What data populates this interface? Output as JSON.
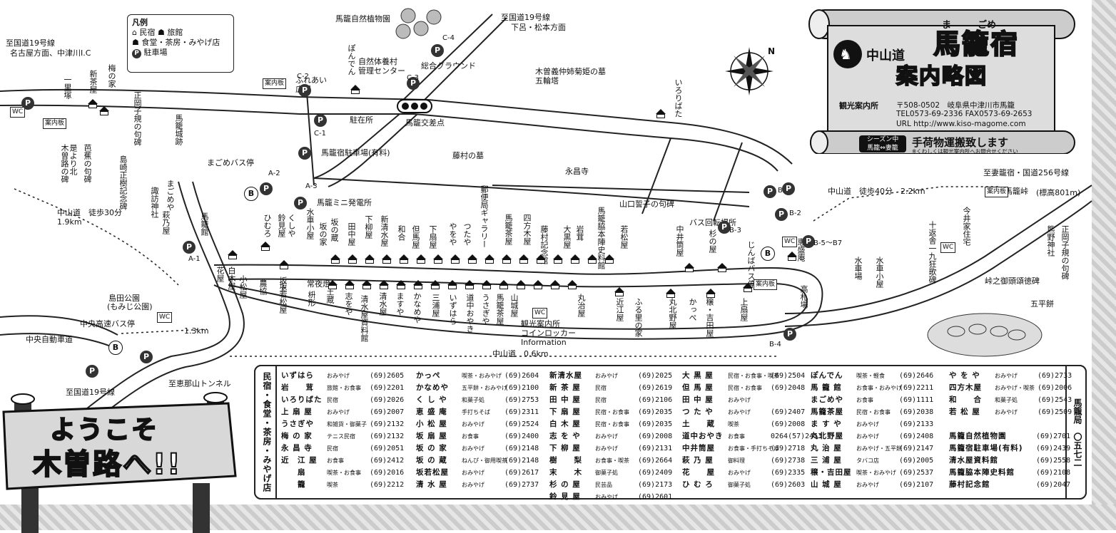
{
  "legend": {
    "title": "凡例",
    "items": [
      "民宿",
      "旅館",
      "食堂・茶房・みやげ店",
      "駐車場"
    ]
  },
  "title": {
    "route": "中山道",
    "name": "馬籠宿",
    "ruby_ma": "ま",
    "ruby_gome": "ごめ",
    "subtitle": "案内略図",
    "office_label": "観光案内所",
    "address": "〒508-0502　岐阜県中津川市馬籠",
    "tel": "TEL0573-69-2336 FAX0573-69-2653",
    "url": "URL  http://www.kiso-magome.com"
  },
  "season_banner": {
    "badge_top": "シーズン中",
    "badge_bottom": "馬籠⇔妻籠",
    "text": "手荷物運搬致します",
    "note": "※くわしくは観光案内所へお問合せください"
  },
  "welcome": {
    "line1": "ようこそ",
    "line2": "木曽路へ!!"
  },
  "directory_side_label": "民宿・食堂・茶房・みやげ店",
  "post_office": "馬籠局　〇五七二",
  "map_labels": [
    {
      "id": "route19-nagoya",
      "text": "至国道19号線"
    },
    {
      "id": "nagoya-dir",
      "text": "名古屋方面、中津川I.C"
    },
    {
      "id": "route19-gero",
      "text": "至国道19号線"
    },
    {
      "id": "gero-dir",
      "text": "下呂・松本方面"
    },
    {
      "id": "nature-garden",
      "text": "馬籠自然植物園"
    },
    {
      "id": "ponden",
      "text": "ぽんでん"
    },
    {
      "id": "nature-village",
      "text": "自然体養村\n管理センター"
    },
    {
      "id": "ground",
      "text": "総合グラウンド"
    },
    {
      "id": "kisoyoshinaka",
      "text": "木曽義仲姉菊姫の墓\n五輪塔"
    },
    {
      "id": "irori",
      "text": "いろりばた"
    },
    {
      "id": "fureai",
      "text": "ふれあい\n広場"
    },
    {
      "id": "chuzaisho",
      "text": "駐在所"
    },
    {
      "id": "magome-crossing",
      "text": "馬籠交差点"
    },
    {
      "id": "magome-parking",
      "text": "馬籠宿駐車場(有料)"
    },
    {
      "id": "magome-castle",
      "text": "馬籠城跡"
    },
    {
      "id": "magome-bus",
      "text": "まごめバス停"
    },
    {
      "id": "fujimura-grave",
      "text": "藤村の墓"
    },
    {
      "id": "eishoji",
      "text": "永昌寺"
    },
    {
      "id": "hatsudensho",
      "text": "馬籠ミニ発電所"
    },
    {
      "id": "yamaguchi",
      "text": "山口誓子の句碑"
    },
    {
      "id": "bus-turn",
      "text": "バス回転場所"
    },
    {
      "id": "to-tsumago",
      "text": "至妻籠宿・国道256号線"
    },
    {
      "id": "magome-pass",
      "text": "馬籠峠"
    },
    {
      "id": "pass-alt",
      "text": "(標高801m)"
    },
    {
      "id": "nakasendo-40",
      "text": "中山道　徒歩40分　2.2km"
    },
    {
      "id": "nakasendo-30",
      "text": "中山道　徒歩30分\n1.9km"
    },
    {
      "id": "shimada-park",
      "text": "島田公園"
    },
    {
      "id": "momiji",
      "text": "(もみじ公園)"
    },
    {
      "id": "chuo-bus",
      "text": "中央高速バス停"
    },
    {
      "id": "chuo-expressway",
      "text": "中央自動車道"
    },
    {
      "id": "dist-13",
      "text": "1.3km"
    },
    {
      "id": "route19-bottom",
      "text": "至国道19号線"
    },
    {
      "id": "ena-tunnel",
      "text": "至恵那山トンネル"
    },
    {
      "id": "nakasendo-06",
      "text": "中山道　0.6km"
    },
    {
      "id": "info-center",
      "text": "観光案内所\nコインロッカー\nInformation"
    },
    {
      "id": "gohei",
      "text": "五平餅"
    },
    {
      "id": "kumano",
      "text": "熊野神社"
    },
    {
      "id": "shiki-right",
      "text": "正岡子規の句碑"
    },
    {
      "id": "toge-goshin",
      "text": "峠之御頭頌徳碑"
    },
    {
      "id": "imai",
      "text": "今井家住宅"
    },
    {
      "id": "jippensha",
      "text": "十返舎一九狂歌碑"
    },
    {
      "id": "suisha-right",
      "text": "水車小屋"
    },
    {
      "id": "suisha-ba",
      "text": "水車場"
    },
    {
      "id": "takafuda",
      "text": "高札場"
    },
    {
      "id": "keisei",
      "text": "恵盛庵"
    },
    {
      "id": "jinba-bus",
      "text": "じんばバス停"
    },
    {
      "id": "kamiosaka",
      "text": "上扇屋"
    },
    {
      "id": "ichirizuka",
      "text": "一里塚"
    },
    {
      "id": "shinchaya",
      "text": "新茶屋"
    },
    {
      "id": "ume",
      "text": "梅の家"
    },
    {
      "id": "shiki-left",
      "text": "正岡子規の句碑"
    },
    {
      "id": "ko-yori",
      "text": "是より北\n木曽路の碑"
    },
    {
      "id": "basho",
      "text": "芭蕉の句碑"
    },
    {
      "id": "shimazaki",
      "text": "島崎正樹記念碑"
    },
    {
      "id": "suwa",
      "text": "諏訪神社"
    },
    {
      "id": "hagino",
      "text": "萩乃屋"
    },
    {
      "id": "magomeya",
      "text": "まごめや"
    },
    {
      "id": "magomekan",
      "text": "馬籠館"
    },
    {
      "id": "hanaya",
      "text": "花屋"
    },
    {
      "id": "shiroki",
      "text": "白木屋"
    },
    {
      "id": "komatsu",
      "text": "小松屋"
    },
    {
      "id": "noshoku",
      "text": "農協"
    },
    {
      "id": "sakaue",
      "text": "坂上"
    },
    {
      "id": "tsuchikura",
      "text": "土蔵"
    },
    {
      "id": "shimizuya",
      "text": "清水屋"
    },
    {
      "id": "kanemoya",
      "text": "かなめや"
    },
    {
      "id": "sanura",
      "text": "三浦屋"
    },
    {
      "id": "izuhara",
      "text": "いずはら"
    },
    {
      "id": "dochu",
      "text": "道中おやき"
    },
    {
      "id": "usagiya",
      "text": "うさぎや"
    },
    {
      "id": "magome-chaya",
      "text": "馬籠茶屋"
    },
    {
      "id": "yamashiro",
      "text": "山城屋"
    },
    {
      "id": "iwashita",
      "text": "丸治屋"
    },
    {
      "id": "chikae",
      "text": "近江屋"
    },
    {
      "id": "furusato",
      "text": "ふる里の家"
    },
    {
      "id": "marukita",
      "text": "丸北野屋"
    },
    {
      "id": "kappe",
      "text": "かっぺ"
    },
    {
      "id": "yoshida",
      "text": "穣・吉田屋"
    },
    {
      "id": "nakai",
      "text": "中井筒屋"
    },
    {
      "id": "sugi",
      "text": "杉の屋"
    },
    {
      "id": "honjin",
      "text": "馬籠脇本陣史料館"
    },
    {
      "id": "ogura",
      "text": "大黒屋"
    },
    {
      "id": "iwatake",
      "text": "岩茸"
    },
    {
      "id": "suematsu",
      "text": "若松屋"
    },
    {
      "id": "fujimura-kinen",
      "text": "藤村記念館"
    },
    {
      "id": "yomokiya",
      "text": "四方木屋"
    },
    {
      "id": "magome-chaya2",
      "text": "馬籠茶屋"
    },
    {
      "id": "tsutaya",
      "text": "つたや"
    },
    {
      "id": "yaoya",
      "text": "やをや"
    },
    {
      "id": "yubin",
      "text": "郵便局ギャラリー"
    },
    {
      "id": "shimooshi",
      "text": "下扇屋"
    },
    {
      "id": "tajimaya",
      "text": "但馬屋"
    },
    {
      "id": "wago",
      "text": "和合"
    },
    {
      "id": "shinshimizu",
      "text": "新清水屋"
    },
    {
      "id": "shimoyanagi",
      "text": "下柳屋"
    },
    {
      "id": "tanaka",
      "text": "田中屋"
    },
    {
      "id": "sakanokura",
      "text": "坂の蔵"
    },
    {
      "id": "suisha-left",
      "text": "水車小屋"
    },
    {
      "id": "hakumin",
      "text": "坂の家"
    },
    {
      "id": "hasumi",
      "text": "ひむろ"
    },
    {
      "id": "suzumi",
      "text": "鈴見屋"
    },
    {
      "id": "kushiya",
      "text": "くしや"
    },
    {
      "id": "honkura",
      "text": "枡形"
    },
    {
      "id": "jinya",
      "text": "常夜燈"
    },
    {
      "id": "sakaue-matsu",
      "text": "坂若松屋"
    },
    {
      "id": "shimizu-shiryou",
      "text": "清水屋資料館"
    },
    {
      "id": "ikubo",
      "text": "志をや"
    },
    {
      "id": "masuya",
      "text": "ますや"
    }
  ],
  "parking_ids": [
    "A-1",
    "A-2",
    "A-3",
    "B-1",
    "B-2",
    "B-3",
    "B-4",
    "B-5〜B7",
    "C-1",
    "C-2",
    "C-3",
    "C-4"
  ],
  "info_boards": [
    "案内板",
    "案内板",
    "案内板",
    "案内板"
  ],
  "wc_label": "WC",
  "parking_symbol": "P",
  "bus_symbol": "B",
  "directory": {
    "columns": [
      [
        {
          "name": "いずはら",
          "cat": "おみやげ",
          "tel": "(69)2605"
        },
        {
          "name": "岩　　茸",
          "cat": "旅館・お食事",
          "tel": "(69)2201"
        },
        {
          "name": "いろりばた",
          "cat": "民宿",
          "tel": "(69)2026"
        },
        {
          "name": "上 扇 屋",
          "cat": "おみやげ",
          "tel": "(69)2007"
        },
        {
          "name": "うさぎや",
          "cat": "和雑貨・御菓子",
          "tel": "(69)2132"
        },
        {
          "name": "梅 の 家",
          "cat": "テニス民宿",
          "tel": "(69)2132"
        },
        {
          "name": "永 昌 寺",
          "cat": "民宿",
          "tel": "(69)2051"
        },
        {
          "name": "近　江 屋",
          "cat": "お食事",
          "tel": "(69)2412"
        },
        {
          "name": "　　扇",
          "cat": "喫茶・お食事",
          "tel": "(69)2016"
        },
        {
          "name": "　　籠",
          "cat": "喫茶",
          "tel": "(69)2212"
        }
      ],
      [
        {
          "name": "かっぺ",
          "cat": "喫茶・おみやげ",
          "tel": "(69)2604"
        },
        {
          "name": "かなめや",
          "cat": "五平餅・おみやげ",
          "tel": "(69)2100"
        },
        {
          "name": "く し や",
          "cat": "和菓子処",
          "tel": "(69)2753"
        },
        {
          "name": "恵 盛 庵",
          "cat": "手打ちそば",
          "tel": "(69)2311"
        },
        {
          "name": "小 松 屋",
          "cat": "おみやげ",
          "tel": "(69)2524"
        },
        {
          "name": "坂 扇 屋",
          "cat": "お食事",
          "tel": "(69)2400"
        },
        {
          "name": "坂 の 家",
          "cat": "おみやげ",
          "tel": "(69)2148"
        },
        {
          "name": "坂 の 蔵",
          "cat": "ねんぴ・御用喫茶",
          "tel": "(69)2148"
        },
        {
          "name": "坂若松屋",
          "cat": "おみやげ",
          "tel": "(69)2617"
        },
        {
          "name": "清 水 屋",
          "cat": "おみやげ",
          "tel": "(69)2737"
        }
      ],
      [
        {
          "name": "新清水屋",
          "cat": "おみやげ",
          "tel": "(69)2025"
        },
        {
          "name": "新 茶 屋",
          "cat": "民宿",
          "tel": "(69)2619"
        },
        {
          "name": "田 中 屋",
          "cat": "民宿",
          "tel": "(69)2106"
        },
        {
          "name": "下 扇 屋",
          "cat": "民宿・お食事",
          "tel": "(69)2035"
        },
        {
          "name": "白 木 屋",
          "cat": "民宿・お食事",
          "tel": "(69)2035"
        },
        {
          "name": "志 を や",
          "cat": "おみやげ",
          "tel": "(69)2008"
        },
        {
          "name": "下 柳 屋",
          "cat": "おみやげ",
          "tel": "(69)2131"
        },
        {
          "name": "樹　　梨",
          "cat": "お食事・喫茶",
          "tel": "(69)2664"
        },
        {
          "name": "末　　木",
          "cat": "御菓子処",
          "tel": "(69)2409"
        },
        {
          "name": "杉 の 屋",
          "cat": "民芸品",
          "tel": "(69)2173"
        },
        {
          "name": "鈴 見 屋",
          "cat": "おみやげ",
          "tel": "(69)2601"
        }
      ],
      [
        {
          "name": "大 黒 屋",
          "cat": "民宿・お食事・喫茶",
          "tel": "(69)2504"
        },
        {
          "name": "但 馬 屋",
          "cat": "民宿・お食事",
          "tel": "(69)2048"
        },
        {
          "name": "田 中 屋",
          "cat": "おみやげ",
          "tel": ""
        },
        {
          "name": "つ た や",
          "cat": "おみやげ",
          "tel": "(69)2407"
        },
        {
          "name": "土　　蔵",
          "cat": "喫茶",
          "tel": "(69)2008"
        },
        {
          "name": "道中おやき",
          "cat": "お食事",
          "tel": "0264(57)2453"
        },
        {
          "name": "中井筒屋",
          "cat": "お食事・手打ちそば",
          "tel": "(69)2718"
        },
        {
          "name": "萩 乃 屋",
          "cat": "御料理",
          "tel": "(69)2738"
        },
        {
          "name": "花　　屋",
          "cat": "おみやげ",
          "tel": "(69)2335"
        },
        {
          "name": "ひ む ろ",
          "cat": "御菓子処",
          "tel": "(69)2603"
        }
      ],
      [
        {
          "name": "ぽんでん",
          "cat": "喫茶・軽食",
          "tel": "(69)2646"
        },
        {
          "name": "馬 籠 館",
          "cat": "お食事・おみやげ",
          "tel": "(69)2211"
        },
        {
          "name": "まごめや",
          "cat": "お食事",
          "tel": "(69)1111"
        },
        {
          "name": "馬籠茶屋",
          "cat": "民宿・お食事",
          "tel": "(69)2038"
        },
        {
          "name": "ま す や",
          "cat": "おみやげ",
          "tel": "(69)2133"
        },
        {
          "name": "丸北野屋",
          "cat": "おみやげ",
          "tel": "(69)2408"
        },
        {
          "name": "丸 治 屋",
          "cat": "おみやげ・五平餅",
          "tel": "(69)2147"
        },
        {
          "name": "三 浦 屋",
          "cat": "タバコ店",
          "tel": "(69)2005"
        },
        {
          "name": "穣・吉田屋",
          "cat": "喫茶・おみやげ",
          "tel": "(69)2537"
        },
        {
          "name": "山 城 屋",
          "cat": "おみやげ",
          "tel": "(69)2107"
        }
      ],
      [
        {
          "name": "や を や",
          "cat": "おみやげ",
          "tel": "(69)2733"
        },
        {
          "name": "四方木屋",
          "cat": "おみやげ・喫茶",
          "tel": "(69)2006"
        },
        {
          "name": "和　　合",
          "cat": "和菓子処",
          "tel": "(69)2543"
        },
        {
          "name": "若 松 屋",
          "cat": "おみやげ",
          "tel": "(69)2509"
        },
        {
          "name": "",
          "cat": "",
          "tel": ""
        },
        {
          "name": "馬籠自然植物園",
          "cat": "",
          "tel": "(69)2701"
        },
        {
          "name": "馬籠宿駐車場(有料)",
          "cat": "",
          "tel": "(69)2439"
        },
        {
          "name": "清水屋資料館",
          "cat": "",
          "tel": "(69)2558"
        },
        {
          "name": "馬籠脇本陣史料館",
          "cat": "",
          "tel": "(69)2108"
        },
        {
          "name": "藤村記念館",
          "cat": "",
          "tel": "(69)2047"
        }
      ]
    ]
  }
}
